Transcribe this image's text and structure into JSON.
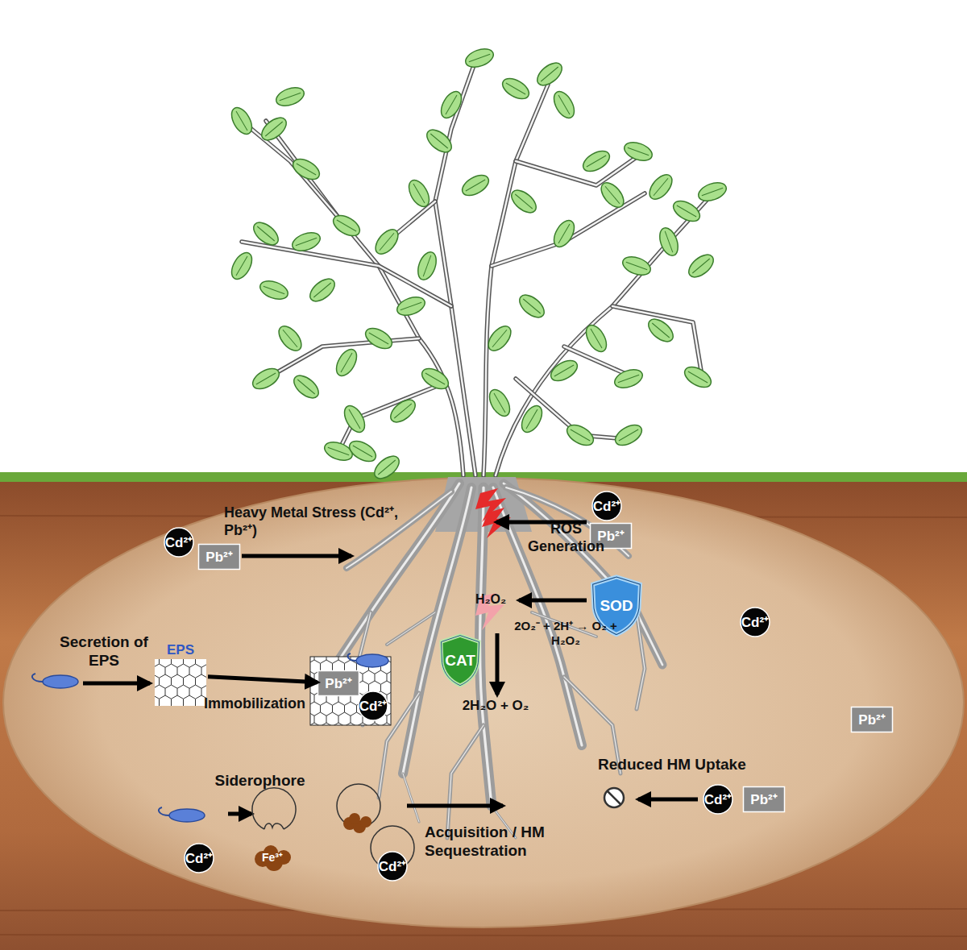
{
  "diagram": {
    "nodes": [
      {
        "text": [
          "Cd²⁺"
        ]
      },
      {
        "text": [
          "Pb²⁺"
        ]
      },
      {
        "text": [
          "Cd²⁺"
        ]
      },
      {
        "text": [
          "Pb²⁺"
        ]
      },
      {
        "text": [
          "SOD"
        ]
      },
      {
        "text": [
          "Cd²⁺"
        ]
      },
      {
        "text": [
          "CAT"
        ]
      },
      {
        "text": [
          "EPS"
        ]
      },
      {
        "text": [
          "Pb²⁺"
        ]
      },
      {
        "text": [
          "Cd²⁺"
        ]
      },
      {
        "text": [
          "Pb²⁺"
        ]
      },
      {
        "text": [
          "Cd²⁺"
        ]
      },
      {
        "text": [
          "Cd²⁺"
        ]
      },
      {
        "text": [
          "Cd²⁺"
        ]
      },
      {
        "text": [
          "Pb²⁺"
        ]
      }
    ],
    "edges": [
      {
        "from": 7,
        "to": 8,
        "label": "Immobilization",
        "arrow": "to"
      }
    ],
    "labels": [
      "Heavy Metal Stress (Cd²⁺, Pb²⁺)",
      "ROS Generation",
      "H₂O₂",
      "2O₂⁻ + 2H⁺ → O₂ + H₂O₂",
      "2H₂O + O₂",
      "Secretion of EPS",
      "Siderophore",
      "Fe³⁺",
      "Acquisition / HM Sequestration",
      "Reduced HM Uptake"
    ]
  }
}
